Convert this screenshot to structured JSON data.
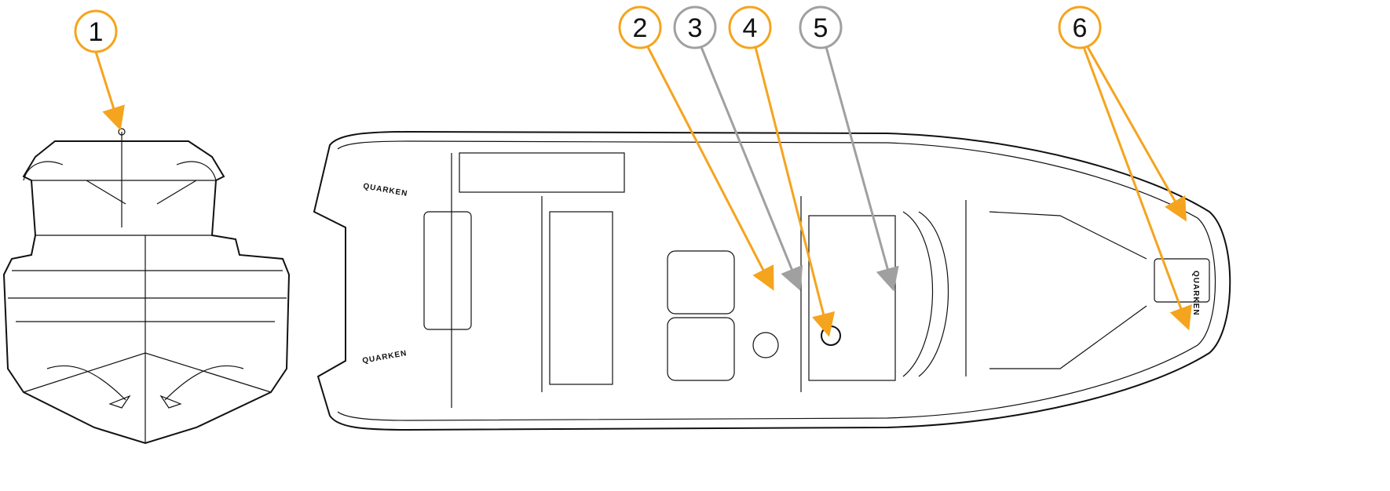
{
  "diagram": {
    "callouts": [
      {
        "label": "1",
        "color": "#F5A41E"
      },
      {
        "label": "2",
        "color": "#F5A41E"
      },
      {
        "label": "3",
        "color": "#A0A0A0"
      },
      {
        "label": "4",
        "color": "#F5A41E"
      },
      {
        "label": "5",
        "color": "#A0A0A0"
      },
      {
        "label": "6",
        "color": "#F5A41E"
      }
    ],
    "brand_marks": [
      "QUARKEN",
      "QUARKEN",
      "QUARKEN"
    ]
  }
}
